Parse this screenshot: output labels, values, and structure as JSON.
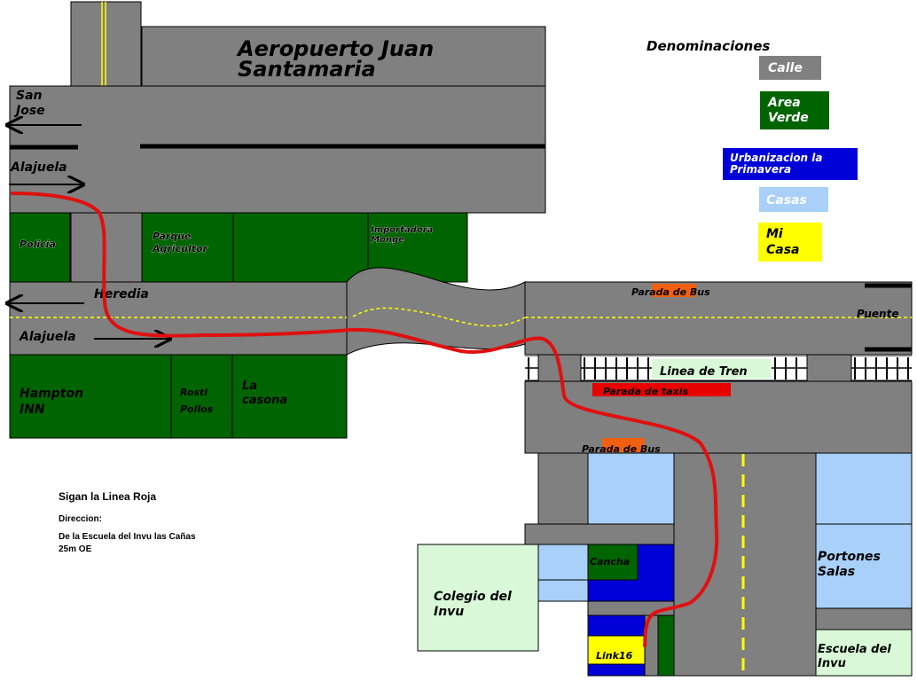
{
  "colors": {
    "road": "#808080",
    "green": "#006400",
    "urbanization": "#0000d8",
    "houses": "#a8d0f8",
    "my_house": "#ffff00",
    "route": "#e01010",
    "bus_stop": "#f06010",
    "taxi_stop": "#e80000",
    "light_green": "#d8f8d8"
  },
  "airport": {
    "name_line1": "Aeropuerto Juan",
    "name_line2": "Santamaria"
  },
  "roads": {
    "san_jose": [
      "San",
      "Jose"
    ],
    "alajuela_top": "Alajuela",
    "heredia": "Heredia",
    "alajuela_mid": "Alajuela",
    "puente": "Puente"
  },
  "places": {
    "policia": "Policia",
    "parque_line1": "Parque",
    "parque_line2": "Agricultor",
    "importadora_line1": "Importadora",
    "importadora_line2": "Monge",
    "hampton_line1": "Hampton",
    "hampton_line2": "INN",
    "rosti_line1": "Rosti",
    "rosti_line2": "Pollos",
    "casona_line1": "La",
    "casona_line2": "casona",
    "bus_stop_top": "Parada de Bus",
    "train_line": "Linea de Tren",
    "taxi_stop": "Parada de taxis",
    "bus_stop_bottom": "Parada de Bus",
    "colegio_line1": "Colegio del",
    "colegio_line2": "Invu",
    "cancha": "Cancha",
    "my_house": "Link16",
    "portones_line1": "Portones",
    "portones_line2": "Salas",
    "escuela_line1": "Escuela del",
    "escuela_line2": "Invu"
  },
  "legend": {
    "title": "Denominaciones",
    "items": [
      {
        "lines": [
          "Calle"
        ],
        "color": "#808080",
        "text_color": "#ffffff"
      },
      {
        "lines": [
          "Area",
          "Verde"
        ],
        "color": "#006400",
        "text_color": "#ffffff"
      },
      {
        "lines": [
          "Urbanizacion la",
          "Primavera"
        ],
        "color": "#0000d8",
        "text_color": "#ffffff"
      },
      {
        "lines": [
          "Casas"
        ],
        "color": "#a8d0f8",
        "text_color": "#ffffff"
      },
      {
        "lines": [
          "Mi",
          "Casa"
        ],
        "color": "#ffff00",
        "text_color": "#000000"
      }
    ]
  },
  "directions": {
    "title": "Sigan la Linea Roja",
    "label": "Direccion:",
    "line1": "De la Escuela del Invu las Cañas",
    "line2": "25m OE"
  }
}
